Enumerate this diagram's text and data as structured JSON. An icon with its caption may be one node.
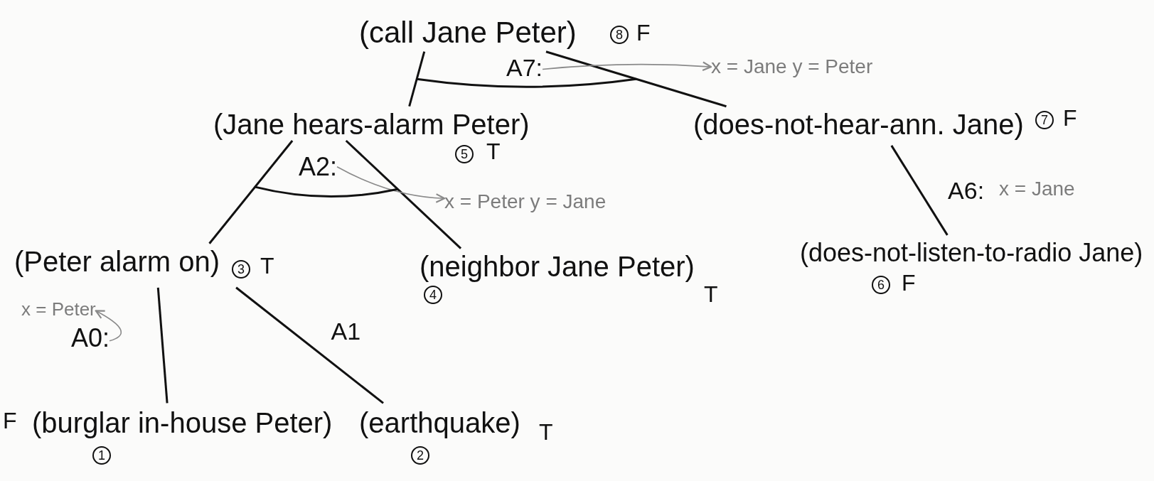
{
  "diagram": {
    "nodes": [
      {
        "text": [
          "(call Jane Peter)"
        ],
        "beside": [
          "8",
          "F"
        ]
      },
      {
        "text": [
          "(Jane hears-alarm Peter)"
        ],
        "beside": [
          "5",
          "T"
        ]
      },
      {
        "text": [
          "(does-not-hear-ann. Jane)"
        ],
        "beside": [
          "7",
          "F"
        ]
      },
      {
        "text": [
          "(Peter alarm on)"
        ],
        "beside": [
          "3",
          "T"
        ]
      },
      {
        "text": [
          "(neighbor Jane Peter)"
        ],
        "beside": [
          "4",
          "T"
        ]
      },
      {
        "text": [
          "(does-not-listen-to-radio Jane)"
        ],
        "beside": [
          "6",
          "F"
        ]
      },
      {
        "text": [
          "(burglar in-house Peter)"
        ],
        "beside": [
          "F",
          "1"
        ]
      },
      {
        "text": [
          "(earthquake)"
        ],
        "beside": [
          "2",
          "T"
        ]
      },
      {
        "text": [
          "A7:"
        ]
      },
      {
        "text": [
          "x = Jane y = Peter"
        ]
      },
      {
        "text": [
          "A2:"
        ]
      },
      {
        "text": [
          "x = Peter y = Jane"
        ]
      },
      {
        "text": [
          "A0:"
        ]
      },
      {
        "text": [
          "x = Peter"
        ]
      }
    ],
    "edges": [
      {
        "from": 0,
        "to": 1,
        "arrow": "none"
      },
      {
        "from": 0,
        "to": 2,
        "arrow": "none"
      },
      {
        "from": 1,
        "to": 3,
        "arrow": "none"
      },
      {
        "from": 1,
        "to": 4,
        "arrow": "none"
      },
      {
        "from": 2,
        "to": 5,
        "arrow": "none",
        "label": "A6:"
      },
      {
        "from": 3,
        "to": 6,
        "arrow": "none"
      },
      {
        "from": 3,
        "to": 7,
        "arrow": "none",
        "label": "A1"
      },
      {
        "from": 8,
        "to": 9,
        "arrow": "to",
        "color": "#8a8a8a"
      },
      {
        "from": 10,
        "to": 11,
        "arrow": "to",
        "color": "#8a8a8a"
      },
      {
        "from": 12,
        "to": 13,
        "arrow": "to",
        "color": "#8a8a8a"
      }
    ],
    "labels": [
      "x = Jane"
    ]
  }
}
